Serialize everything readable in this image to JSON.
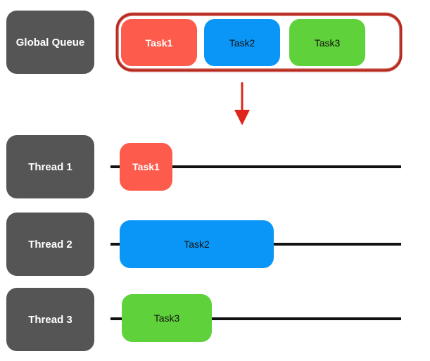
{
  "global_queue": {
    "label": "Global Queue",
    "tasks": [
      {
        "label": "Task1",
        "color": "#fd5c4c"
      },
      {
        "label": "Task2",
        "color": "#0a96f7"
      },
      {
        "label": "Task3",
        "color": "#5fd13a"
      }
    ],
    "outline_color": "#b8281c"
  },
  "arrow_color": "#e0251a",
  "threads": [
    {
      "label": "Thread 1",
      "task": {
        "label": "Task1",
        "color": "#fd5c4c"
      }
    },
    {
      "label": "Thread 2",
      "task": {
        "label": "Task2",
        "color": "#0a96f7"
      }
    },
    {
      "label": "Thread 3",
      "task": {
        "label": "Task3",
        "color": "#5fd13a"
      }
    }
  ],
  "label_box_color": "#555555"
}
